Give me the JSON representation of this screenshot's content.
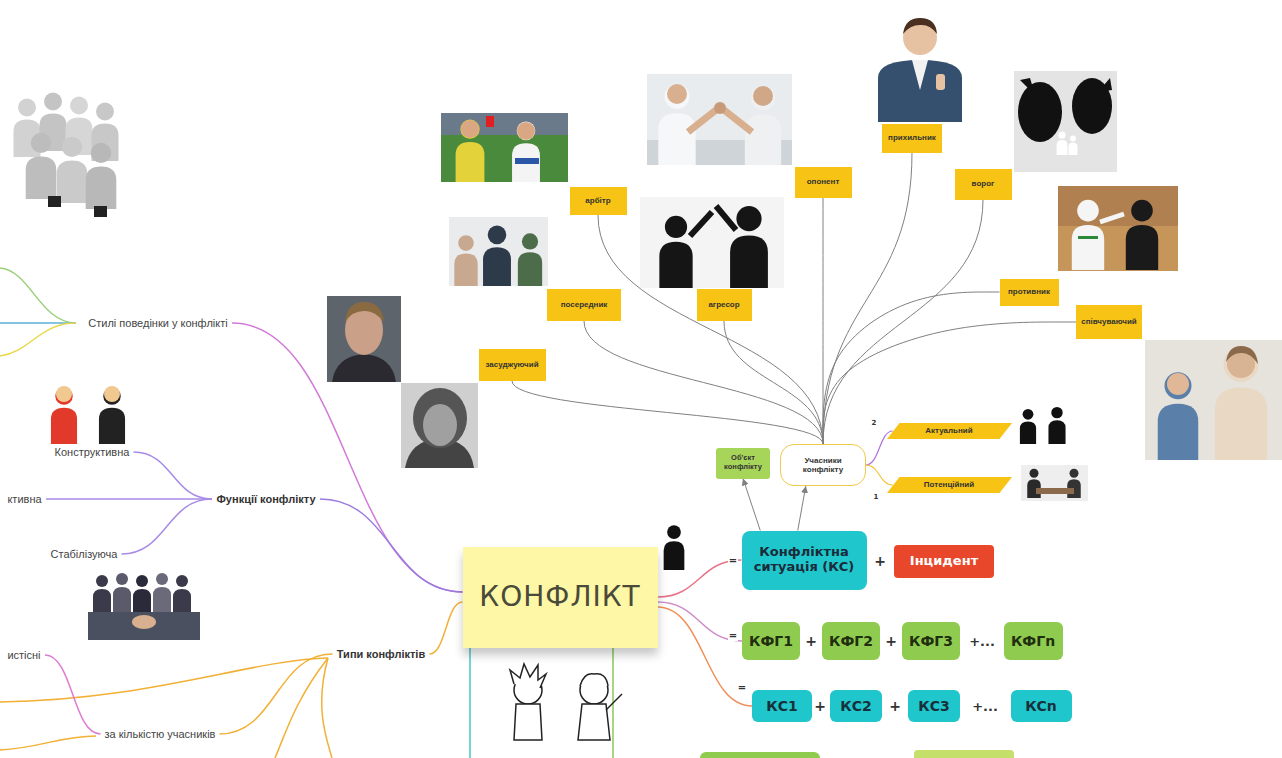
{
  "diagram": {
    "nodes": [
      {
        "text": [
          "прихильник"
        ]
      },
      {
        "text": [
          "опонент"
        ]
      },
      {
        "text": [
          "ворог"
        ]
      },
      {
        "text": [
          "арбітр"
        ]
      },
      {
        "text": [
          "противник"
        ]
      },
      {
        "text": [
          "посередник"
        ]
      },
      {
        "text": [
          "агресор"
        ]
      },
      {
        "text": [
          "співчуваючий"
        ]
      },
      {
        "text": [
          "Стилі поведінки у конфлікті"
        ]
      },
      {
        "text": [
          "засуджуючий"
        ]
      },
      {
        "text": [
          "Актуальний"
        ]
      },
      {
        "text": [
          "Учасники конфлікту"
        ]
      },
      {
        "text": [
          "Об'єкт конфлікту"
        ]
      },
      {
        "text": [
          "Конструктивна"
        ]
      },
      {
        "text": [
          "Потенційний"
        ]
      },
      {
        "text": [
          "ктивна"
        ]
      },
      {
        "text": [
          "Функції конфлікту"
        ]
      },
      {
        "text": [
          "Конфліктна ситуація (КС)"
        ]
      },
      {
        "text": [
          "Інцидент"
        ]
      },
      {
        "text": [
          "Стабілізуюча"
        ]
      },
      {
        "text": [
          "КОНФЛІКТ"
        ]
      },
      {
        "text": [
          "КФГ1"
        ]
      },
      {
        "text": [
          "КФГ2"
        ]
      },
      {
        "text": [
          "КФГ3"
        ]
      },
      {
        "text": [
          "КФГn"
        ]
      },
      {
        "text": [
          "истісні"
        ]
      },
      {
        "text": [
          "Типи конфліктів"
        ]
      },
      {
        "text": [
          "КС1"
        ]
      },
      {
        "text": [
          "КС2"
        ]
      },
      {
        "text": [
          "КС3"
        ]
      },
      {
        "text": [
          "КСn"
        ]
      },
      {
        "text": [
          "за кількістю учасників"
        ]
      }
    ],
    "edges": [
      {
        "from": 11,
        "to": 3,
        "arrow": "none"
      },
      {
        "from": 11,
        "to": 1,
        "arrow": "none"
      },
      {
        "from": 11,
        "to": 0,
        "arrow": "none"
      },
      {
        "from": 11,
        "to": 2,
        "arrow": "none"
      },
      {
        "from": 11,
        "to": 5,
        "arrow": "none"
      },
      {
        "from": 11,
        "to": 6,
        "arrow": "none"
      },
      {
        "from": 11,
        "to": 4,
        "arrow": "none"
      },
      {
        "from": 11,
        "to": 7,
        "arrow": "none"
      },
      {
        "from": 11,
        "to": 9,
        "arrow": "none"
      },
      {
        "from": 11,
        "to": 10,
        "arrow": "none"
      },
      {
        "from": 11,
        "to": 14,
        "arrow": "none"
      },
      {
        "from": 17,
        "to": 12,
        "arrow": "to"
      },
      {
        "from": 17,
        "to": 11,
        "arrow": "to"
      },
      {
        "from": 20,
        "to": 17,
        "arrow": "none"
      },
      {
        "from": 20,
        "to": 21,
        "arrow": "none"
      },
      {
        "from": 20,
        "to": 27,
        "arrow": "none"
      },
      {
        "from": 20,
        "to": 8,
        "arrow": "none"
      },
      {
        "from": 20,
        "to": 16,
        "arrow": "none"
      },
      {
        "from": 20,
        "to": 26,
        "arrow": "none"
      },
      {
        "from": 16,
        "to": 13,
        "arrow": "none"
      },
      {
        "from": 16,
        "to": 15,
        "arrow": "none"
      },
      {
        "from": 16,
        "to": 19,
        "arrow": "none"
      },
      {
        "from": 26,
        "to": 31,
        "arrow": "none"
      },
      {
        "from": 31,
        "to": 25,
        "arrow": "none"
      }
    ],
    "labels": [
      "2",
      "1",
      "=",
      "+",
      "=",
      "+",
      "+",
      "+...",
      "=",
      "+",
      "+",
      "+..."
    ]
  }
}
